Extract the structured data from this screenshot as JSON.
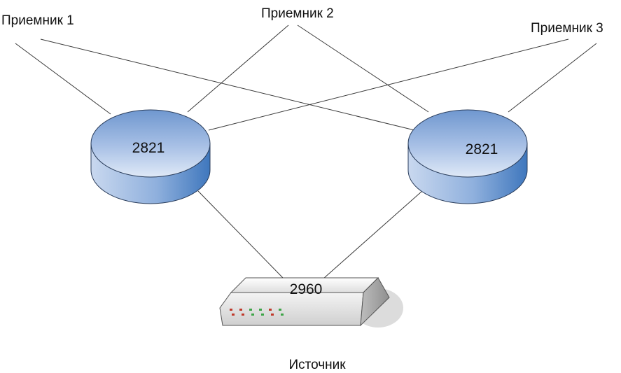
{
  "nodes": {
    "receiver_1": {
      "label": "Приемник 1"
    },
    "receiver_2": {
      "label": "Приемник 2"
    },
    "receiver_3": {
      "label": "Приемник 3"
    },
    "router_left": {
      "label": "2821"
    },
    "router_right": {
      "label": "2821"
    },
    "switch": {
      "label": "2960"
    },
    "source": {
      "label": "Источник"
    }
  },
  "connections": [
    [
      "receiver_1",
      "router_left"
    ],
    [
      "receiver_1",
      "router_right"
    ],
    [
      "receiver_2",
      "router_left"
    ],
    [
      "receiver_2",
      "router_right"
    ],
    [
      "receiver_3",
      "router_left"
    ],
    [
      "receiver_3",
      "router_right"
    ],
    [
      "router_left",
      "switch"
    ],
    [
      "router_right",
      "switch"
    ]
  ],
  "colors": {
    "link": "#3a3a3a",
    "router_top": "#a9c1e6",
    "router_side": "#5d8fc9",
    "router_outline": "#2b3e5c",
    "switch_body": "#e9e9e9",
    "switch_side": "#bdbdbd",
    "led_red": "#c0392b",
    "led_green": "#3ea548"
  }
}
